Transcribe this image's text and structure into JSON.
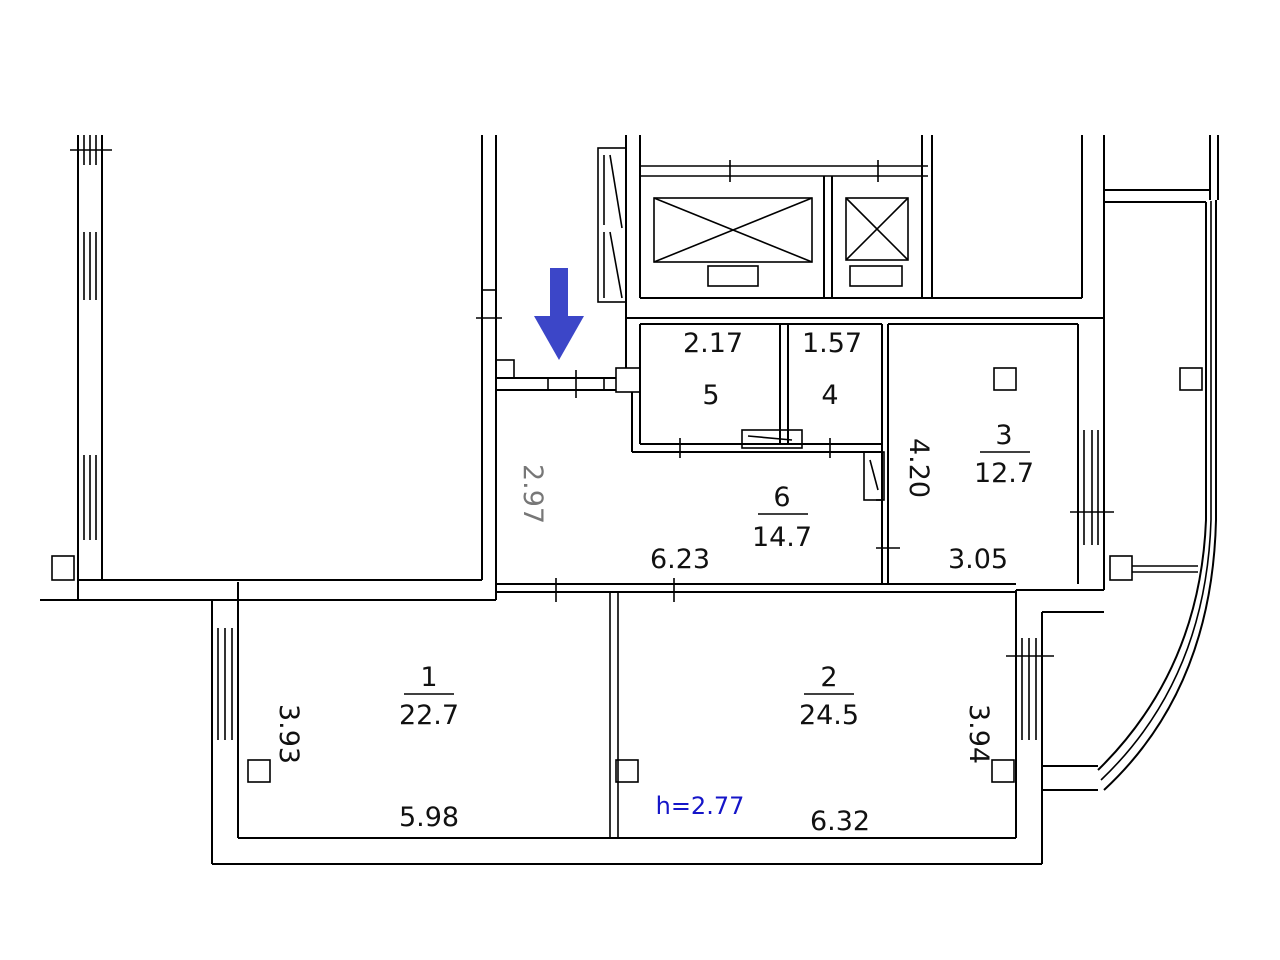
{
  "rooms": [
    {
      "id": "1",
      "area": "22.7"
    },
    {
      "id": "2",
      "area": "24.5"
    },
    {
      "id": "3",
      "area": "12.7"
    },
    {
      "id": "4",
      "area": ""
    },
    {
      "id": "5",
      "area": ""
    },
    {
      "id": "6",
      "area": "14.7"
    }
  ],
  "dimensions": {
    "room5_width": "2.17",
    "room4_width": "1.57",
    "room3_height": "4.20",
    "room3_width": "3.05",
    "room6_height": "2.97",
    "room6_width": "6.23",
    "room1_height": "3.93",
    "room1_width": "5.98",
    "room2_height": "3.94",
    "room2_width": "6.32"
  },
  "ceiling_height": "h=2.77",
  "colors": {
    "entrance_arrow": "#3c46c8",
    "ceiling_label": "#1515c8",
    "walls": "#000000"
  },
  "icons": [
    "entrance-arrow-icon",
    "elevator-icon",
    "ventilation-shaft-icon"
  ]
}
